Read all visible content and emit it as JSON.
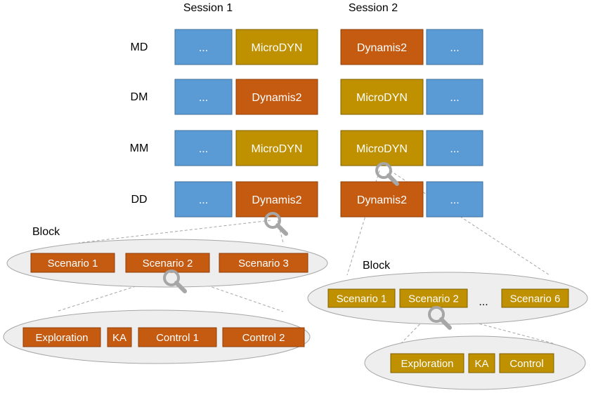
{
  "colors": {
    "blue": "#5b9bd5",
    "blue_border": "#41719c",
    "orange": "#c55a11",
    "orange_border": "#8f3f0a",
    "gold": "#bf9000",
    "gold_border": "#7f6000",
    "ellipse_fill": "#eeeeee",
    "ellipse_border": "#a6a6a6",
    "connector": "#a6a6a6",
    "magnifier": "#a6a6a6",
    "text_dark": "#000000",
    "text_light": "#ffffff"
  },
  "sessions": [
    "Session 1",
    "Session 2"
  ],
  "placeholder": "...",
  "conditions": [
    {
      "label": "MD",
      "session1": [
        "blue",
        "gold"
      ],
      "session1_text": [
        "...",
        "MicroDYN"
      ],
      "session2": [
        "orange",
        "blue"
      ],
      "session2_text": [
        "Dynamis2",
        "..."
      ]
    },
    {
      "label": "DM",
      "session1": [
        "blue",
        "orange"
      ],
      "session1_text": [
        "...",
        "Dynamis2"
      ],
      "session2": [
        "gold",
        "blue"
      ],
      "session2_text": [
        "MicroDYN",
        "..."
      ]
    },
    {
      "label": "MM",
      "session1": [
        "blue",
        "gold"
      ],
      "session1_text": [
        "...",
        "MicroDYN"
      ],
      "session2": [
        "gold",
        "blue"
      ],
      "session2_text": [
        "MicroDYN",
        "..."
      ]
    },
    {
      "label": "DD",
      "session1": [
        "blue",
        "orange"
      ],
      "session1_text": [
        "...",
        "Dynamis2"
      ],
      "session2": [
        "orange",
        "blue"
      ],
      "session2_text": [
        "Dynamis2",
        "..."
      ]
    }
  ],
  "left_block": {
    "label": "Block",
    "scenarios": [
      "Scenario 1",
      "Scenario 2",
      "Scenario 3"
    ],
    "detail": [
      "Exploration",
      "KA",
      "Control 1",
      "Control 2"
    ]
  },
  "right_block": {
    "label": "Block",
    "scenarios": [
      "Scenario 1",
      "Scenario 2",
      "Scenario 6"
    ],
    "ellipsis": "...",
    "detail": [
      "Exploration",
      "KA",
      "Control"
    ]
  }
}
